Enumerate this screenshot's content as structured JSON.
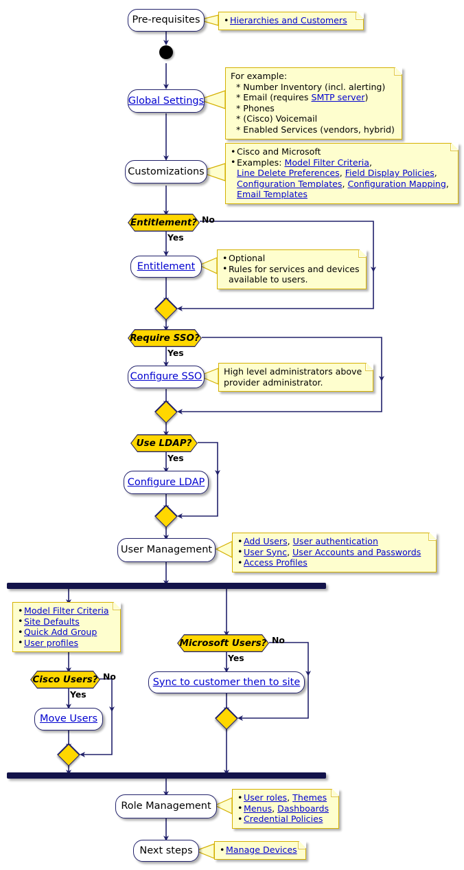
{
  "diagram": {
    "title": "Provisioning workflow activity diagram",
    "colors": {
      "line": "#20206A",
      "decision_fill": "#FFD700",
      "note_fill": "#FEFECE",
      "note_border": "#D4B000",
      "bar": "#13134A",
      "link_text": "#0000CF",
      "background": "#FFFFFF"
    }
  },
  "nodes": {
    "prerequisites": {
      "label": "Pre-requisites",
      "type": "activity",
      "link": false
    },
    "start": {
      "label": "",
      "type": "start-node"
    },
    "global_settings": {
      "label": "Global Settings",
      "type": "activity",
      "link": true
    },
    "customizations": {
      "label": "Customizations",
      "type": "activity",
      "link": false
    },
    "entitlement_decision": {
      "label": "Entitlement?",
      "type": "decision"
    },
    "entitlement": {
      "label": "Entitlement",
      "type": "activity",
      "link": true
    },
    "sso_decision": {
      "label": "Require SSO?",
      "type": "decision"
    },
    "configure_sso": {
      "label": "Configure SSO",
      "type": "activity",
      "link": true
    },
    "ldap_decision": {
      "label": "Use LDAP?",
      "type": "decision"
    },
    "configure_ldap": {
      "label": "Configure LDAP",
      "type": "activity",
      "link": true
    },
    "user_management": {
      "label": "User Management",
      "type": "activity",
      "link": false
    },
    "cisco_users_decision": {
      "label": "Cisco Users?",
      "type": "decision"
    },
    "move_users": {
      "label": "Move Users",
      "type": "activity",
      "link": true
    },
    "microsoft_users_decision": {
      "label": "Microsoft Users?",
      "type": "decision"
    },
    "sync_to_customer": {
      "label": "Sync to customer then to site",
      "type": "activity",
      "link": true
    },
    "role_management": {
      "label": "Role Management",
      "type": "activity",
      "link": false
    },
    "next_steps": {
      "label": "Next steps",
      "type": "activity",
      "link": false
    }
  },
  "edge_labels": {
    "entitlement_no": "No",
    "entitlement_yes": "Yes",
    "sso_no": "",
    "sso_yes": "Yes",
    "ldap_yes": "Yes",
    "cisco_no": "No",
    "cisco_yes": "Yes",
    "microsoft_no": "No",
    "microsoft_yes": "Yes"
  },
  "notes": {
    "prerequisites_note": {
      "items": [
        {
          "text": "Hierarchies and Customers",
          "link": true
        }
      ]
    },
    "global_settings_note": {
      "heading": "For example:",
      "lines": [
        "* Number Inventory (incl. alerting)",
        "* Email (requires SMTP server)",
        "* Phones",
        "* (Cisco) Voicemail",
        "* Enabled Services (vendors, hybrid)"
      ],
      "email_line": {
        "prefix": "* Email (requires ",
        "link": "SMTP server",
        "suffix": ")"
      }
    },
    "customizations_note": {
      "bullet1": "Cisco and Microsoft",
      "bullet2_prefix": "Examples: ",
      "links_line1": [
        "Model Filter Criteria"
      ],
      "links_line2": [
        "Line Delete Preferences",
        "Field Display Policies"
      ],
      "links_line3": [
        "Configuration Templates",
        "Configuration Mapping"
      ],
      "links_line4": [
        "Email Templates"
      ]
    },
    "entitlement_note": {
      "items": [
        {
          "text": "Optional",
          "link": false
        },
        {
          "text": "Rules for services and devices available to users.",
          "link": false
        }
      ],
      "line1": "Optional",
      "line2a": "Rules for services and devices",
      "line2b": "available to users."
    },
    "sso_note": {
      "line1": "High level administrators above",
      "line2": "provider administrator."
    },
    "user_management_note": {
      "row1": [
        "Add Users",
        "User authentication"
      ],
      "row2": [
        "User Sync",
        "User Accounts and Passwords"
      ],
      "row3": [
        "Access Profiles"
      ]
    },
    "branch_left_note": {
      "items": [
        "Model Filter Criteria",
        "Site Defaults",
        "Quick Add Group",
        "User profiles"
      ]
    },
    "role_management_note": {
      "row1": [
        "User roles",
        "Themes"
      ],
      "row2": [
        "Menus",
        "Dashboards"
      ],
      "row3": [
        "Credential Policies"
      ]
    },
    "next_steps_note": {
      "items": [
        {
          "text": "Manage Devices",
          "link": true
        }
      ]
    }
  }
}
